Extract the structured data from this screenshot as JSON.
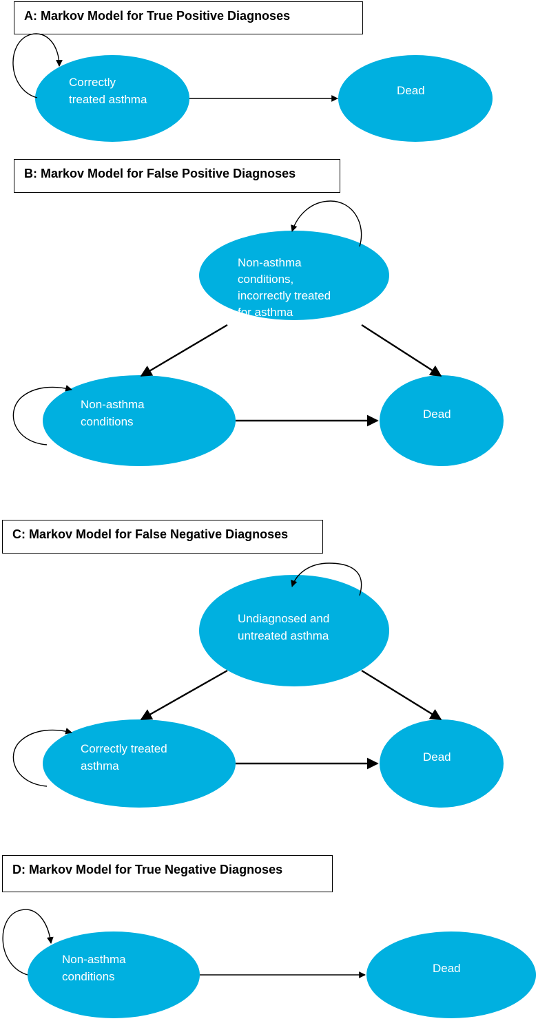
{
  "colors": {
    "node_fill": "#00b0e0",
    "edge": "#000000"
  },
  "panels": [
    {
      "title": "A: Markov Model for True Positive Diagnoses",
      "nodes": [
        {
          "id": "A1",
          "lines": [
            "Correctly",
            "treated asthma"
          ]
        },
        {
          "id": "A2",
          "lines": [
            "Dead"
          ]
        }
      ]
    },
    {
      "title": "B: Markov Model for False Positive Diagnoses",
      "nodes": [
        {
          "id": "B1",
          "lines": [
            "Non-asthma",
            "conditions,",
            "incorrectly treated",
            "for asthma"
          ]
        },
        {
          "id": "B2",
          "lines": [
            "Non-asthma",
            "conditions"
          ]
        },
        {
          "id": "B3",
          "lines": [
            "Dead"
          ]
        }
      ]
    },
    {
      "title": "C: Markov Model for False Negative Diagnoses",
      "nodes": [
        {
          "id": "C1",
          "lines": [
            "Undiagnosed and",
            "untreated asthma"
          ]
        },
        {
          "id": "C2",
          "lines": [
            "Correctly treated",
            "asthma"
          ]
        },
        {
          "id": "C3",
          "lines": [
            "Dead"
          ]
        }
      ]
    },
    {
      "title": "D: Markov Model for True Negative Diagnoses",
      "nodes": [
        {
          "id": "D1",
          "lines": [
            "Non-asthma",
            "conditions"
          ]
        },
        {
          "id": "D2",
          "lines": [
            "Dead"
          ]
        }
      ]
    }
  ]
}
